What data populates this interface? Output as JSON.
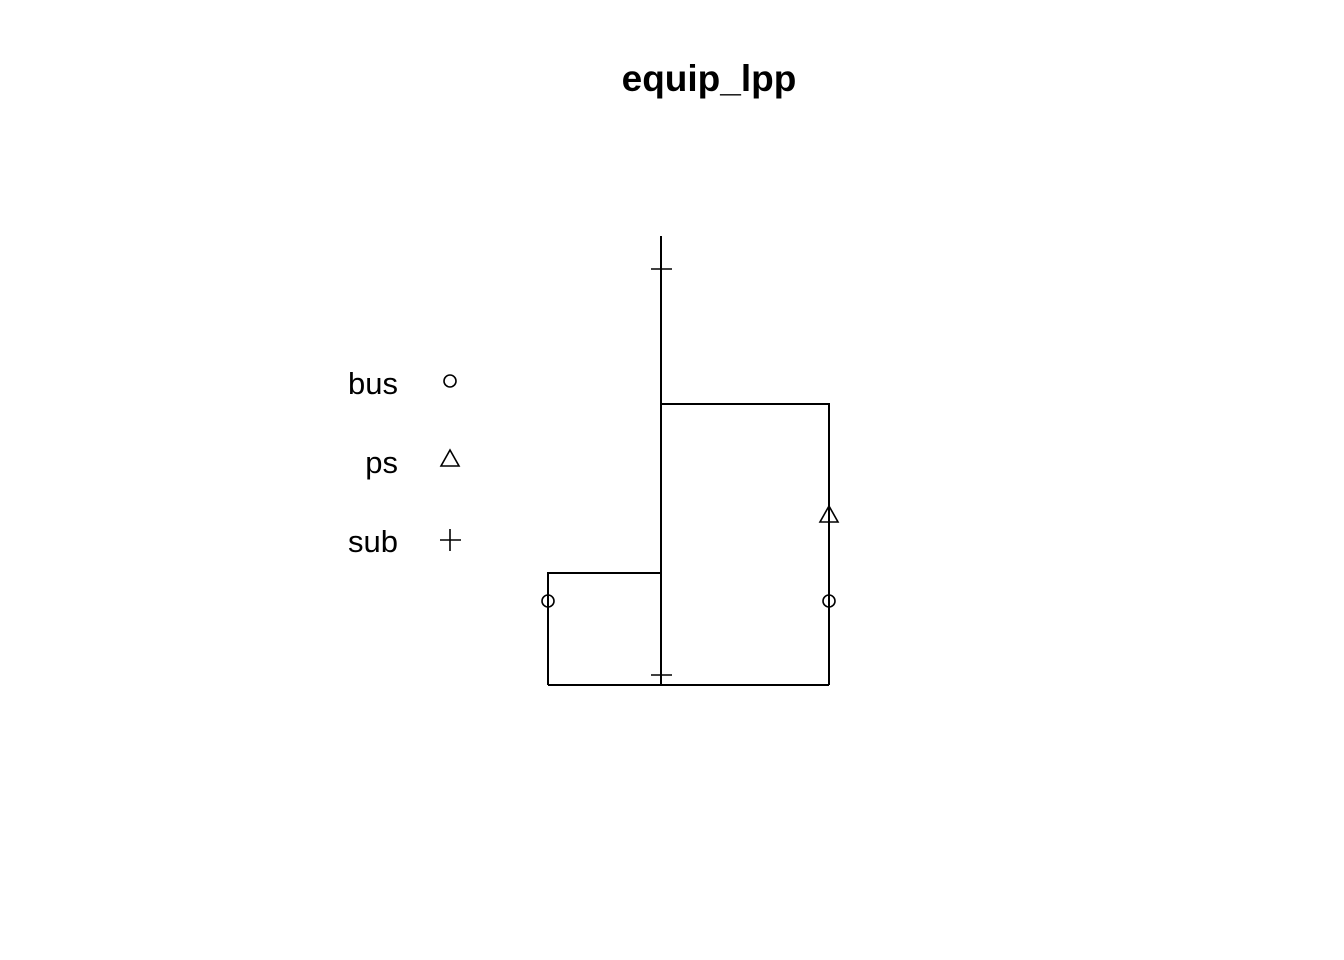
{
  "title": "equip_lpp",
  "legend": {
    "items": [
      {
        "label": "bus",
        "symbol": "circle"
      },
      {
        "label": "ps",
        "symbol": "triangle"
      },
      {
        "label": "sub",
        "symbol": "plus"
      }
    ]
  },
  "diagram": {
    "node_symbols": [
      "plus",
      "triangle",
      "circle",
      "circle",
      "plus"
    ],
    "line_color": "#000000"
  }
}
